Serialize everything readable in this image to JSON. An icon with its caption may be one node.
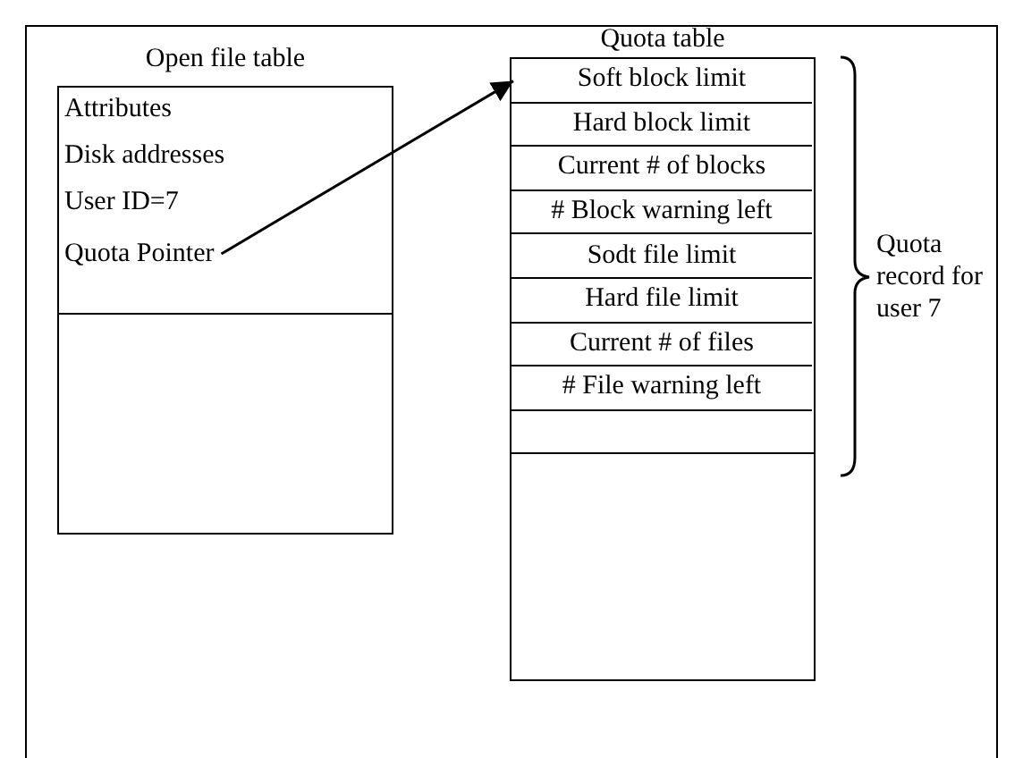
{
  "diagram": {
    "nodes": [
      {
        "text": [
          "Open file table"
        ]
      },
      {
        "text": [
          "Attributes",
          "Disk addresses",
          "User ID=7"
        ],
        "in": 0
      },
      {
        "text": [
          "Quota Pointer"
        ],
        "in": 1
      },
      {
        "text": [],
        "shape": "box",
        "in": 0
      },
      {
        "text": [
          "Quota table"
        ]
      },
      {
        "text": [
          "Soft block limit"
        ],
        "in": 4
      },
      {
        "text": [
          "Hard block limit"
        ],
        "in": 4
      },
      {
        "text": [
          "Current # of blocks"
        ],
        "in": 4
      },
      {
        "text": [
          "# Block warning left"
        ],
        "in": 4
      },
      {
        "text": [
          "Sodt file limit"
        ],
        "in": 4
      },
      {
        "text": [
          "Hard file limit"
        ],
        "in": 4
      },
      {
        "text": [
          "Current # of files"
        ],
        "in": 4
      },
      {
        "text": [
          "# File warning left"
        ],
        "in": 4
      },
      {
        "text": [],
        "shape": "box",
        "in": 4
      }
    ],
    "edges": [
      {
        "from": 2,
        "to": 5,
        "arrow": "to"
      }
    ],
    "labels": [
      "Quota record for user 7"
    ]
  }
}
